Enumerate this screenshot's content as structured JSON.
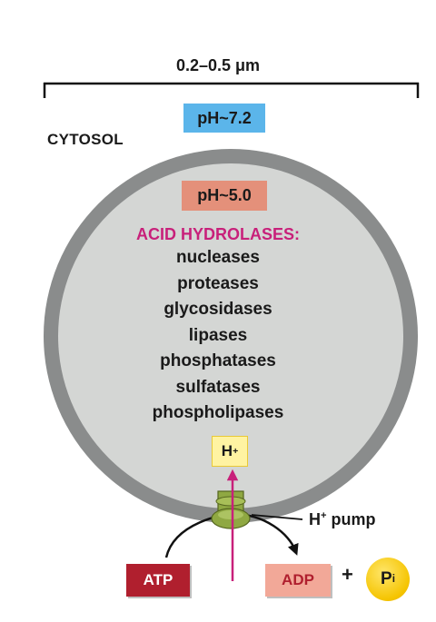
{
  "diagram": {
    "size_label": "0.2–0.5 μm",
    "cytosol_label": "CYTOSOL",
    "cytosol_ph": "pH~7.2",
    "lumen_ph": "pH~5.0",
    "hydrolases_title": "ACID HYDROLASES:",
    "enzymes": [
      "nucleases",
      "proteases",
      "glycosidases",
      "lipases",
      "phosphatases",
      "sulfatases",
      "phospholipases"
    ],
    "proton": {
      "symbol": "H",
      "charge": "+"
    },
    "pump_label": {
      "symbol": "H",
      "charge": "+",
      "text": "pump"
    },
    "atp": "ATP",
    "adp": "ADP",
    "plus": "+",
    "pi": {
      "symbol": "P",
      "subscript": "i"
    }
  },
  "colors": {
    "membrane": "#8a8c8c",
    "lumen": "#d4d6d4",
    "cytosol_ph_box": "#5bb5ea",
    "lumen_ph_box": "#e4907a",
    "hydrolase_title": "#c8207a",
    "proton_arrow": "#c8207a",
    "pump": "#8fa842",
    "atp": "#b01f2e",
    "adp": "#f2a898",
    "pi": "#f5c400"
  }
}
